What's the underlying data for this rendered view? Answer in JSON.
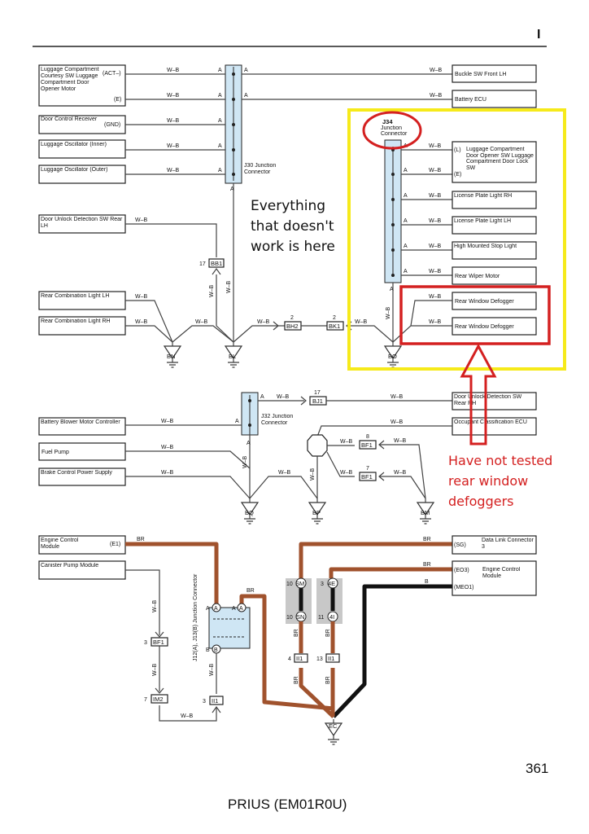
{
  "header": {
    "page_marker": "I"
  },
  "wire_labels": {
    "wb": "W–B",
    "br": "BR",
    "b": "B"
  },
  "pin_labels": {
    "a": "A",
    "b": "B"
  },
  "left_components": {
    "luggage_compartment": "Luggage Compartment Courtesy SW Luggage Compartment Door Opener Motor",
    "act_pin": "(ACT–)",
    "e_pin": "(E)",
    "door_control_receiver": "Door Control Receiver",
    "gnd_pin": "(GND)",
    "osc_inner": "Luggage Oscillator (Inner)",
    "osc_outer": "Luggage Oscillator (Outer)",
    "door_unlock_rear_lh": "Door Unlock Detection SW Rear LH",
    "rear_combo_lh": "Rear Combination Light LH",
    "rear_combo_rh": "Rear Combination Light RH",
    "battery_blower": "Battery Blower Motor Controller",
    "fuel_pump": "Fuel Pump",
    "brake_control": "Brake Control Power Supply",
    "engine_control_module": "Engine Control Module",
    "e1_pin": "(E1)",
    "canister_pump": "Canister Pump Module"
  },
  "right_components": {
    "buckle_sw": "Buckle SW Front LH",
    "battery_ecu": "Battery ECU",
    "luggage_door_opener": "Luggage Compartment Door Opener SW Luggage Compartment Door Lock SW",
    "l_pin": "(L)",
    "e_pin": "(E)",
    "license_rh": "License Plate Light RH",
    "license_lh": "License Plate Light LH",
    "high_mounted": "High Mounted Stop Light",
    "rear_wiper": "Rear Wiper Motor",
    "rear_defogger_1": "Rear Window Defogger",
    "rear_defogger_2": "Rear Window Defogger",
    "door_unlock_rear_rh": "Door Unlock Detection SW Rear RH",
    "occupant_ecu": "Occupant Classification ECU",
    "data_link": "Data Link Connector 3",
    "sg_pin": "(SG)",
    "engine_control_module": "Engine Control Module",
    "eo3_pin": "(EO3)",
    "meo1_pin": "(MEO1)"
  },
  "junction_connectors": {
    "j30": "J30 Junction Connector",
    "j34_id": "J34",
    "j34_name": "Junction Connector",
    "j32": "J32 Junction Connector",
    "j12": "J12(A), J13(B) Junction Connector"
  },
  "connectors": {
    "bb1": "BB1",
    "pin_17": "17",
    "bh2": "BH2",
    "bk1": "BK1",
    "pin_2": "2",
    "bj1": "BJ1",
    "bf1": "BF1",
    "pin_8": "8",
    "pin_7": "7",
    "pin_3": "3",
    "im2": "IM2",
    "ii1": "II1",
    "pin_4": "4",
    "pin_13": "13",
    "sm": "SM",
    "sn": "SN",
    "pin_10": "10",
    "ie4": "4E",
    "i4": "4I",
    "pin_11": "11"
  },
  "grounds": {
    "bn": "BN",
    "bl": "BL",
    "bo": "BO",
    "bq": "BQ",
    "bp": "BP",
    "bm": "BM",
    "ec": "EC"
  },
  "annotations": {
    "everything": "Everything\nthat doesn't\nwork is here",
    "not_tested": "Have not tested\nrear window\ndefoggers"
  },
  "colors": {
    "wire": "#444444",
    "br_wire": "#a0522d",
    "b_wire": "#111111",
    "connector_fill": "#cfe6f4",
    "highlight_yellow": "#f6ea1a",
    "highlight_red": "#d42020"
  },
  "footer": {
    "page_number": "361",
    "model": "PRIUS (EM01R0U)"
  }
}
